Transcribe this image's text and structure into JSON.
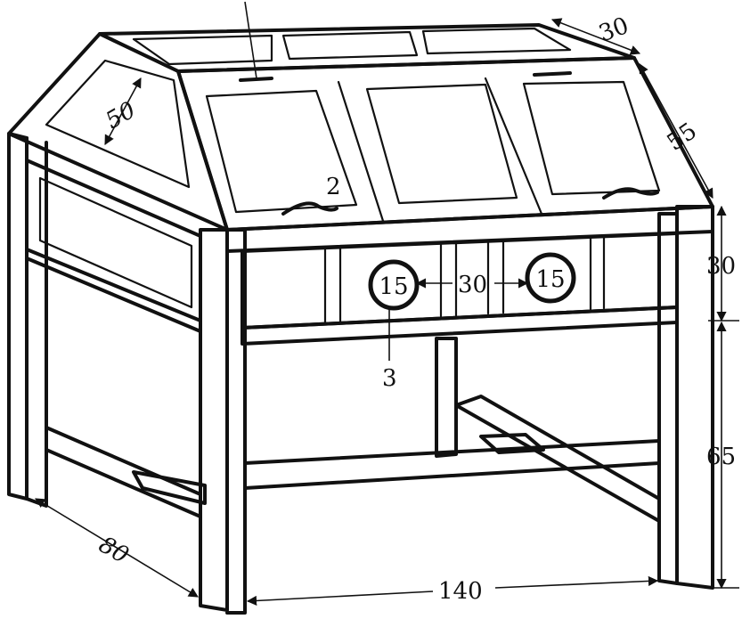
{
  "dimensions": {
    "top_depth": "30",
    "slope_depth": "55",
    "end_panel": "50",
    "drawer_height": "30",
    "leg_height": "65",
    "side_depth": "80",
    "front_width": "140",
    "hole_left": "15",
    "hole_right": "15",
    "hole_spacing": "30"
  },
  "callouts": {
    "handle": "2",
    "hole": "3"
  }
}
